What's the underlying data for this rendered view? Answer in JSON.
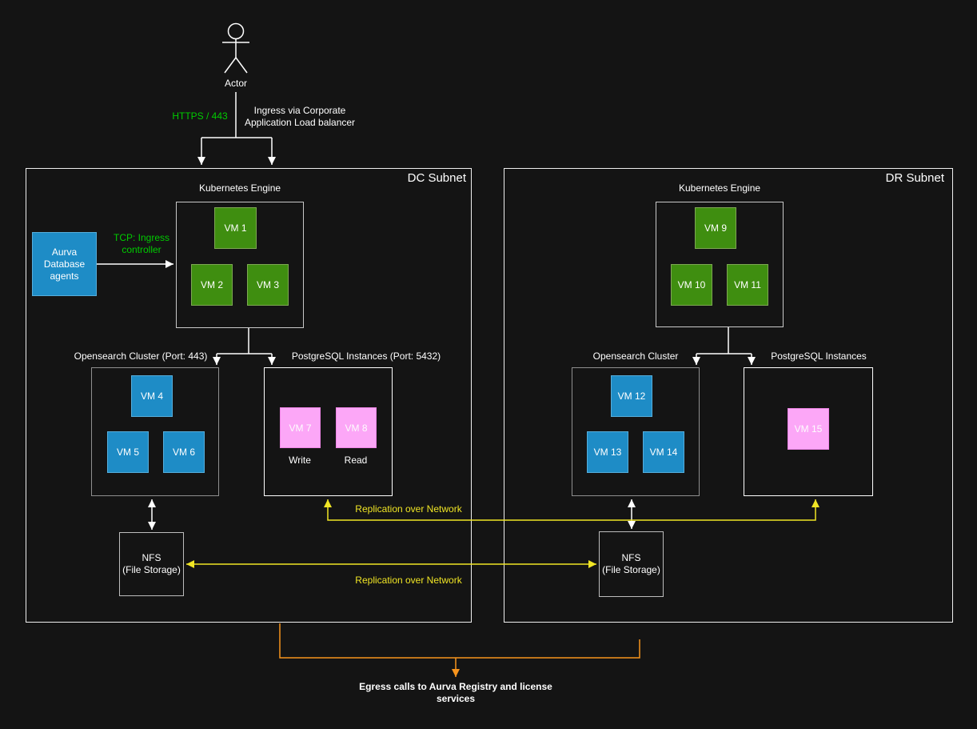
{
  "colors": {
    "background": "#141414",
    "vm_green": "#3f8e10",
    "vm_blue": "#1e8cc6",
    "vm_pink": "#fca7f7",
    "label_green": "#00cc00",
    "replication_yellow": "#f0e525",
    "egress_orange": "#f7941d",
    "line_white": "#ffffff"
  },
  "actor": {
    "label": "Actor"
  },
  "ingress": {
    "protocol_label": "HTTPS / 443",
    "description_line1": "Ingress via Corporate",
    "description_line2": "Application Load balancer"
  },
  "dc_subnet": {
    "title": "DC Subnet",
    "kubernetes": {
      "title": "Kubernetes Engine",
      "vms": [
        "VM 1",
        "VM 2",
        "VM 3"
      ]
    },
    "aurva_agents": {
      "line1": "Aurva",
      "line2": "Database",
      "line3": "agents"
    },
    "tcp_label": {
      "line1": "TCP: Ingress",
      "line2": "controller"
    },
    "opensearch": {
      "title": "Opensearch Cluster (Port: 443)",
      "vms": [
        "VM 4",
        "VM 5",
        "VM 6"
      ]
    },
    "postgresql": {
      "title": "PostgreSQL Instances (Port: 5432)",
      "vms": [
        "VM 7",
        "VM 8"
      ],
      "roles": [
        "Write",
        "Read"
      ]
    },
    "nfs": {
      "line1": "NFS",
      "line2": "(File Storage)"
    }
  },
  "dr_subnet": {
    "title": "DR Subnet",
    "kubernetes": {
      "title": "Kubernetes Engine",
      "vms": [
        "VM 9",
        "VM 10",
        "VM 11"
      ]
    },
    "opensearch": {
      "title": "Opensearch Cluster",
      "vms": [
        "VM 12",
        "VM 13",
        "VM 14"
      ]
    },
    "postgresql": {
      "title": "PostgreSQL Instances",
      "vms": [
        "VM 15"
      ]
    },
    "nfs": {
      "line1": "NFS",
      "line2": "(File Storage)"
    }
  },
  "replication": {
    "postgres_label": "Replication over Network",
    "nfs_label": "Replication over Network"
  },
  "egress": {
    "line1": "Egress calls to Aurva Registry and license",
    "line2": "services"
  }
}
